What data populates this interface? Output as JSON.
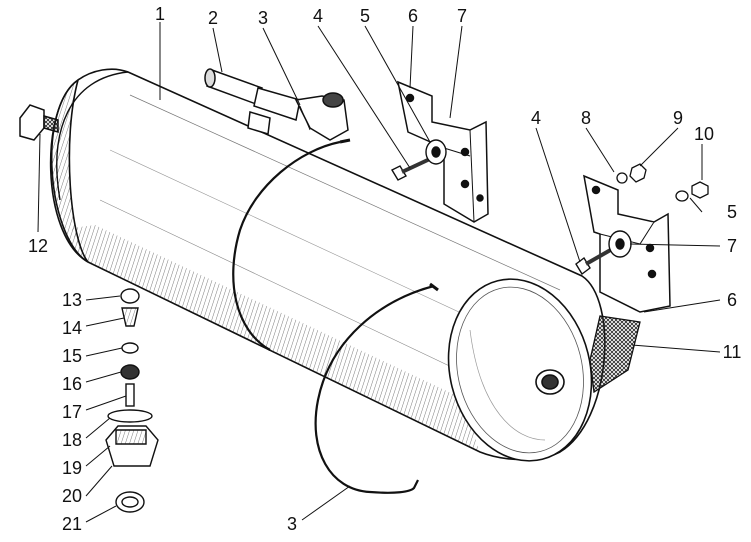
{
  "diagram": {
    "colors": {
      "ink": "#111111",
      "paper": "#ffffff",
      "shade": "#cfcfcf",
      "dark": "#6a6a6a"
    },
    "callouts": [
      {
        "id": "c1",
        "text": "1"
      },
      {
        "id": "c2",
        "text": "2"
      },
      {
        "id": "c3a",
        "text": "3"
      },
      {
        "id": "c4a",
        "text": "4"
      },
      {
        "id": "c5a",
        "text": "5"
      },
      {
        "id": "c6a",
        "text": "6"
      },
      {
        "id": "c7a",
        "text": "7"
      },
      {
        "id": "c4b",
        "text": "4"
      },
      {
        "id": "c8",
        "text": "8"
      },
      {
        "id": "c9",
        "text": "9"
      },
      {
        "id": "c10",
        "text": "10"
      },
      {
        "id": "c5b",
        "text": "5"
      },
      {
        "id": "c7b",
        "text": "7"
      },
      {
        "id": "c6b",
        "text": "6"
      },
      {
        "id": "c11",
        "text": "11"
      },
      {
        "id": "c12",
        "text": "12"
      },
      {
        "id": "c13",
        "text": "13"
      },
      {
        "id": "c14",
        "text": "14"
      },
      {
        "id": "c15",
        "text": "15"
      },
      {
        "id": "c16",
        "text": "16"
      },
      {
        "id": "c17",
        "text": "17"
      },
      {
        "id": "c18",
        "text": "18"
      },
      {
        "id": "c19",
        "text": "19"
      },
      {
        "id": "c20",
        "text": "20"
      },
      {
        "id": "c21",
        "text": "21"
      },
      {
        "id": "c3b",
        "text": "3"
      }
    ]
  }
}
